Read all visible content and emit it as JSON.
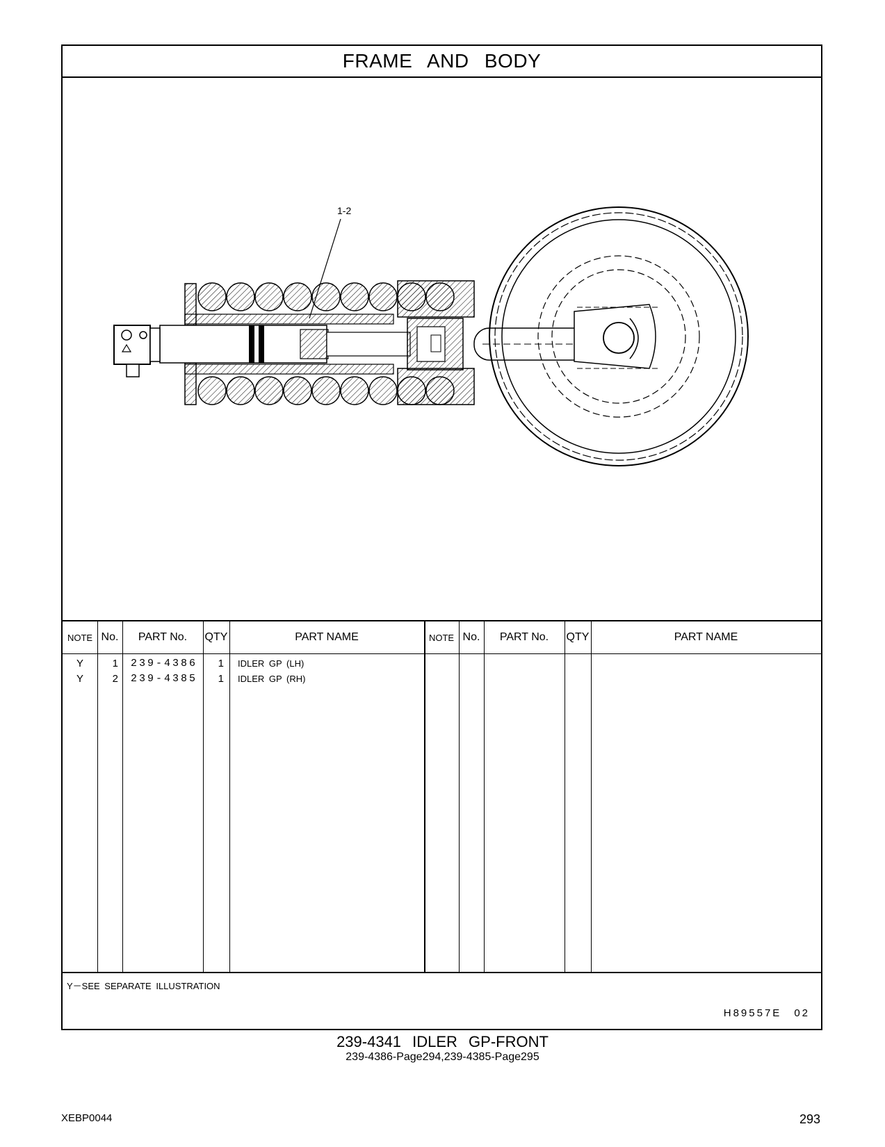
{
  "header": {
    "title": "FRAME AND BODY"
  },
  "illustration": {
    "callout": "1-2"
  },
  "table": {
    "headers": {
      "note": "NOTE",
      "no": "No.",
      "part_no": "PART No.",
      "qty": "QTY",
      "part_name": "PART NAME"
    },
    "rows": [
      {
        "note": "Y",
        "no": "1",
        "part_no": "239-4386",
        "qty": "1",
        "name": "IDLER GP (LH)"
      },
      {
        "note": "Y",
        "no": "2",
        "part_no": "239-4385",
        "qty": "1",
        "name": "IDLER GP (RH)"
      }
    ]
  },
  "footnote": "Y－SEE SEPARATE ILLUSTRATION",
  "drawing_code": {
    "code": "H89557E",
    "rev": "02"
  },
  "caption": {
    "title": "239-4341 IDLER GP-FRONT",
    "subtitle": "239-4386-Page294,239-4385-Page295"
  },
  "footer": {
    "doc_id": "XEBP0044",
    "page_number": "293"
  }
}
